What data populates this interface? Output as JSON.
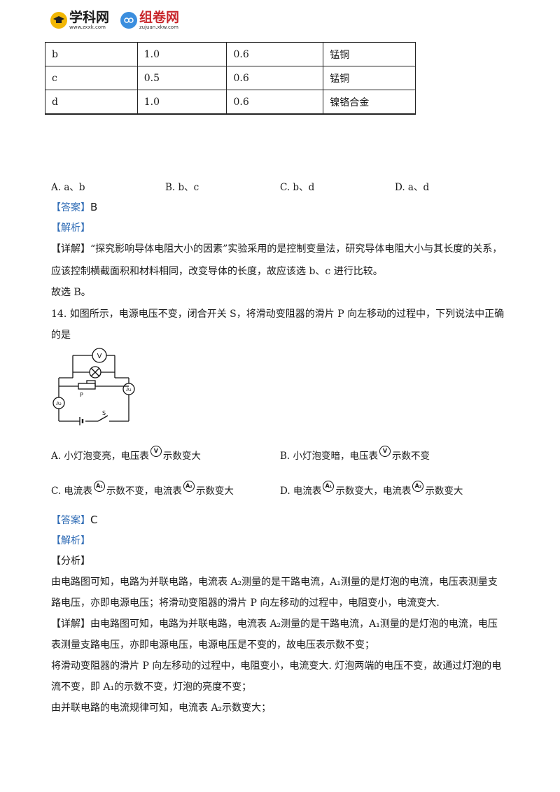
{
  "header": {
    "logo1_name": "学科网",
    "logo1_url": "www.zxxk.com",
    "logo2_name": "组卷网",
    "logo2_url": "zujuan.xkw.com"
  },
  "table": {
    "rows": [
      [
        "b",
        "1.0",
        "0.6",
        "锰铜"
      ],
      [
        "c",
        "0.5",
        "0.6",
        "锰铜"
      ],
      [
        "d",
        "1.0",
        "0.6",
        "镍铬合金"
      ]
    ]
  },
  "q13": {
    "options": [
      "A. a、b",
      "B. b、c",
      "C. b、d",
      "D. a、d"
    ],
    "answer_tag": "【答案】",
    "answer": "B",
    "analysis_tag": "【解析】",
    "detail_tag": "【详解】",
    "detail_line1": "“探究影响导体电阻大小的因素”实验采用的是控制变量法，研究导体电阻大小与其长度的关系，",
    "detail_line2": "应该控制横截面积和材料相同，改变导体的长度，故应该选 b、c 进行比较。",
    "conclusion": "故选 B。"
  },
  "q14": {
    "stem_line1": "14. 如图所示，电源电压不变，闭合开关 S，将滑动变阻器的滑片 P 向左移动的过程中，下列说法中正确",
    "stem_line2": "的是",
    "circuit": {
      "voltmeter": "V",
      "ammeter1": "A₁",
      "ammeter2": "A₂",
      "slider": "P",
      "switch": "S"
    },
    "optA_pre": "A.  小灯泡变亮，电压表",
    "optA_meter": "V",
    "optA_post": "示数变大",
    "optB_pre": "B.  小灯泡变暗，电压表",
    "optB_meter": "V",
    "optB_post": "示数不变",
    "optC_pre": "C.  电流表",
    "optC_meter1": "A₁",
    "optC_mid": "示数不变，电流表",
    "optC_meter2": "A₂",
    "optC_post": "示数变大",
    "optD_pre": "D.  电流表",
    "optD_meter1": "A₁",
    "optD_mid": "示数变大，电流表",
    "optD_meter2": "A₂",
    "optD_post": "示数变大",
    "answer_tag": "【答案】",
    "answer": "C",
    "analysis_tag": "【解析】",
    "fenxi_tag": "【分析】",
    "fenxi_line1": "由电路图可知，电路为并联电路，电流表 A₂测量的是干路电流，A₁测量的是灯泡的电流，电压表测量支",
    "fenxi_line2": "路电压，亦即电源电压；将滑动变阻器的滑片 P 向左移动的过程中，电阻变小，电流变大.",
    "detail_tag": "【详解】",
    "detail_line1": "由电路图可知，电路为并联电路，电流表 A₂测量的是干路电流，A₁测量的是灯泡的电流，电压",
    "detail_line2": "表测量支路电压，亦即电源电压，电源电压是不变的，故电压表示数不变；",
    "detail_line3": "将滑动变阻器的滑片 P 向左移动的过程中，电阻变小，电流变大. 灯泡两端的电压不变，故通过灯泡的电",
    "detail_line4": "流不变，即 A₁的示数不变，灯泡的亮度不变；",
    "detail_line5": "由并联电路的电流规律可知，电流表 A₂示数变大；"
  }
}
